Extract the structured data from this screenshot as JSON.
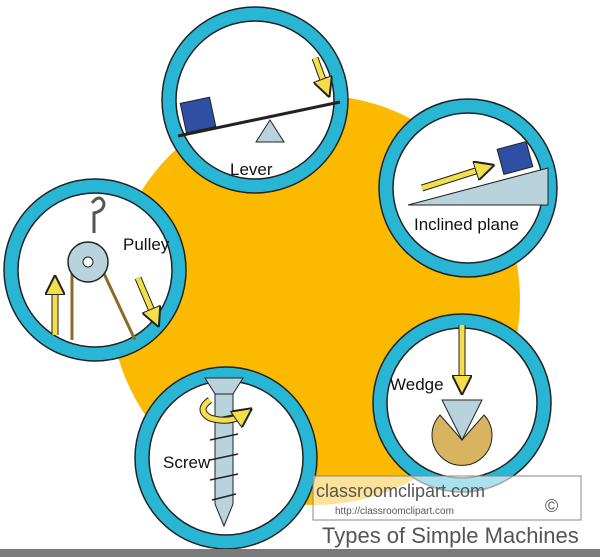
{
  "labels": {
    "lever": "Lever",
    "inclined_plane": "Inclined plane",
    "pulley": "Pulley",
    "wedge": "Wedge",
    "screw": "Screw"
  },
  "caption": "Types of Simple Machines",
  "watermark": {
    "site": "classroomclipart.com",
    "url": "http://classroomclipart.com",
    "copyright": "©"
  },
  "colors": {
    "background_blob": "#fbb900",
    "ring": "#29b6d4",
    "ring_light": "#a6e0ec",
    "block": "#2e4fa3",
    "arrow": "#f4df4a",
    "metal": "#b9d3dd",
    "wedge_fill": "#d8b360",
    "bar": "#7a7a7a"
  }
}
